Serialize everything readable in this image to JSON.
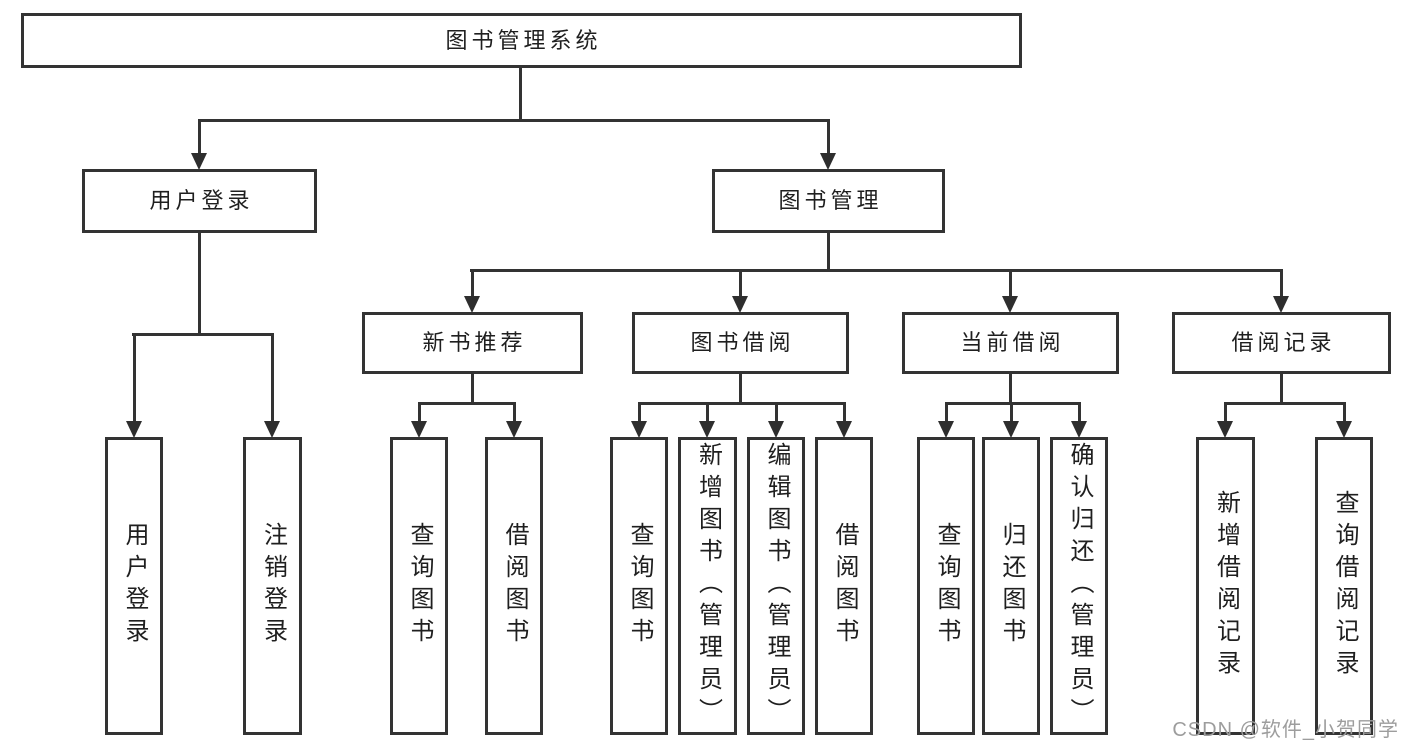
{
  "colors": {
    "line": "#333333",
    "box_border": "#333333",
    "text": "#1f1f1f",
    "watermark": "#9d9d9d",
    "background": "#ffffff"
  },
  "watermark": {
    "text": "CSDN @软件_小贺同学"
  },
  "diagram": {
    "type": "hierarchy-tree",
    "root": {
      "label": "图书管理系统",
      "children": [
        {
          "label": "用户登录",
          "children": [
            {
              "label": "用户登录"
            },
            {
              "label": "注销登录"
            }
          ]
        },
        {
          "label": "图书管理",
          "children": [
            {
              "label": "新书推荐",
              "children": [
                {
                  "label": "查询图书"
                },
                {
                  "label": "借阅图书"
                }
              ]
            },
            {
              "label": "图书借阅",
              "children": [
                {
                  "label": "查询图书"
                },
                {
                  "label": "新增图书（管理员）"
                },
                {
                  "label": "编辑图书（管理员）"
                },
                {
                  "label": "借阅图书"
                }
              ]
            },
            {
              "label": "当前借阅",
              "children": [
                {
                  "label": "查询图书"
                },
                {
                  "label": "归还图书"
                },
                {
                  "label": "确认归还（管理员）"
                }
              ]
            },
            {
              "label": "借阅记录",
              "children": [
                {
                  "label": "新增借阅记录"
                },
                {
                  "label": "查询借阅记录"
                }
              ]
            }
          ]
        }
      ]
    }
  }
}
